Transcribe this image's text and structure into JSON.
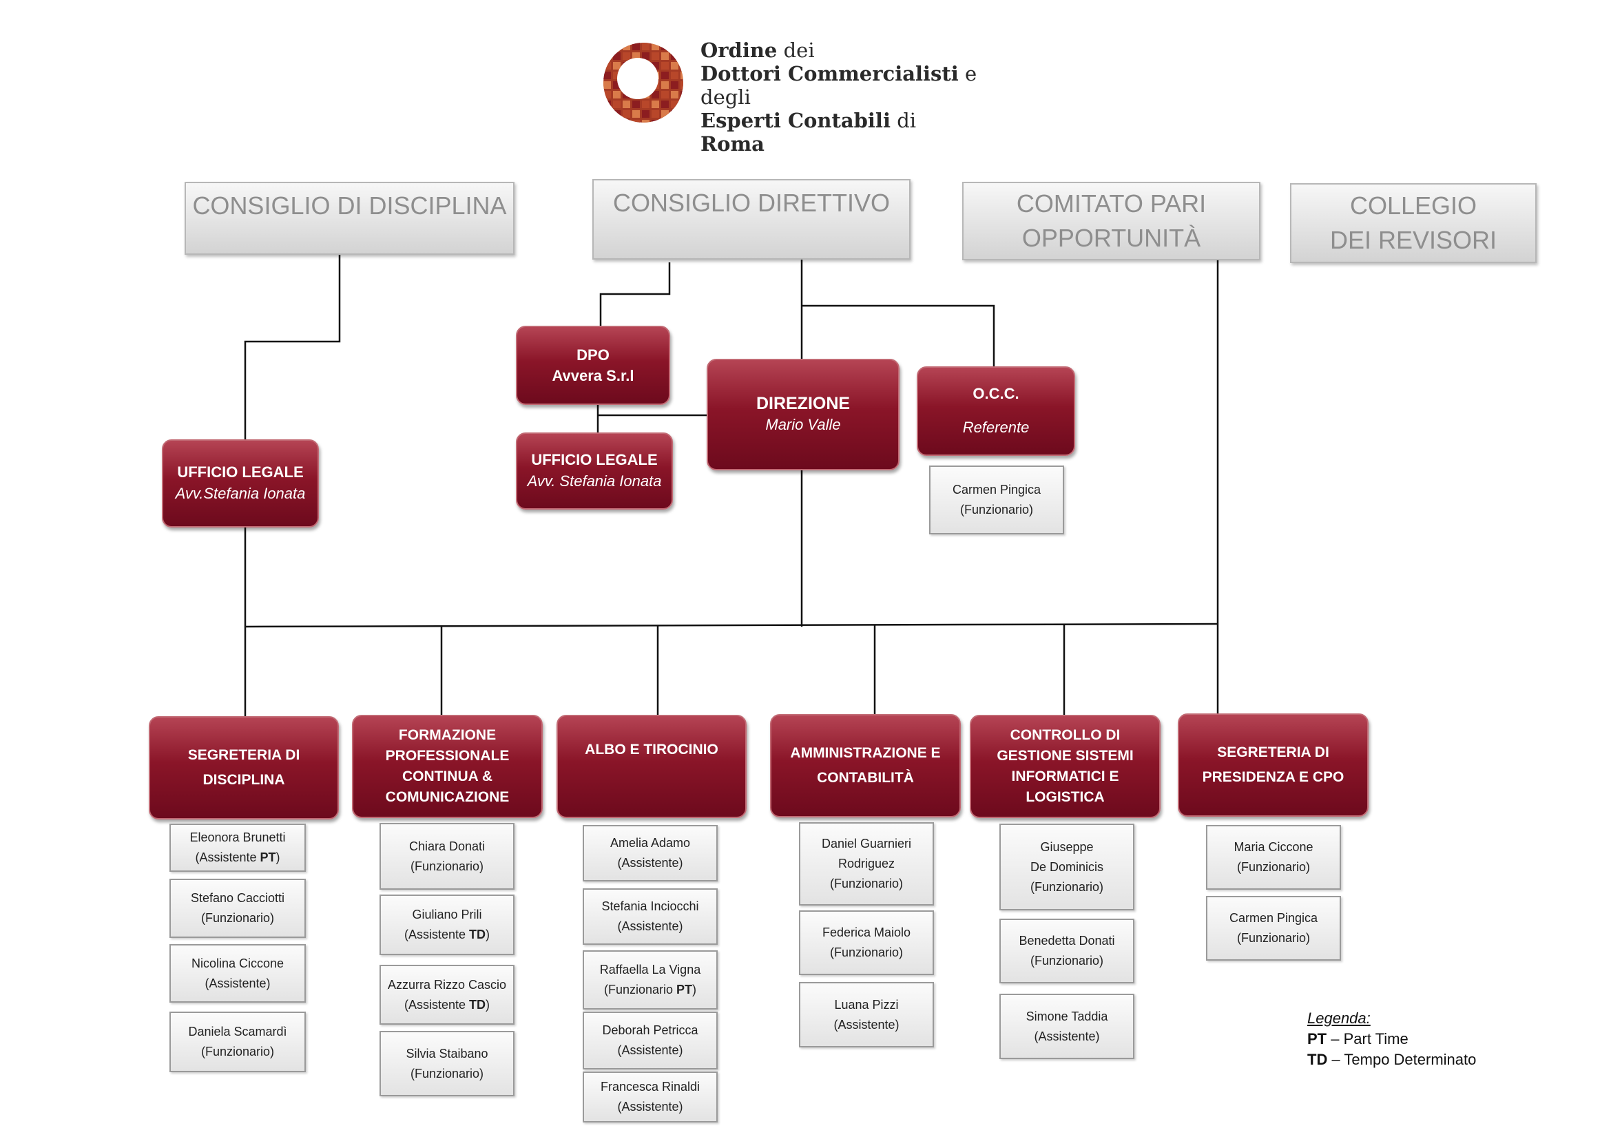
{
  "header": {
    "logo_line1_bold": "Ordine",
    "logo_line1_rest": "dei",
    "logo_line2_bold": "Dottori Commercialisti",
    "logo_line2_rest": "e degli",
    "logo_line3_bold": "Esperti Contabili",
    "logo_line3_rest": "di",
    "logo_line4_bold": "Roma",
    "logo_colors": [
      "#8c1d20",
      "#b8472a",
      "#d97b4a"
    ]
  },
  "top_bodies": {
    "consiglio_disciplina": [
      "CONSIGLIO DI DISCIPLINA"
    ],
    "consiglio_direttivo": [
      "CONSIGLIO DIRETTIVO"
    ],
    "comitato": [
      "COMITATO PARI",
      "OPPORTUNITÀ"
    ],
    "collegio": [
      "COLLEGIO",
      "DEI REVISORI"
    ]
  },
  "units": {
    "dpo": {
      "title": "DPO",
      "subtitle": "Avvera S.r.l"
    },
    "direzione": {
      "title": "DIREZIONE",
      "subtitle": "Mario Valle"
    },
    "occ": {
      "title": "O.C.C.",
      "subtitle": "Referente"
    },
    "ufficio_legale_left": {
      "title": "UFFICIO LEGALE",
      "subtitle": "Avv.Stefania Ionata"
    },
    "ufficio_legale_center": {
      "title": "UFFICIO LEGALE",
      "subtitle": "Avv. Stefania Ionata"
    }
  },
  "occ_staff": [
    {
      "name": "Carmen Pingica",
      "role": "(Funzionario)"
    }
  ],
  "departments": [
    {
      "title_lines": [
        "SEGRETERIA DI",
        "DISCIPLINA"
      ],
      "staff": [
        {
          "name": "Eleonora Brunetti",
          "role_prefix": "(Assistente ",
          "role_bold": "PT",
          "role_suffix": ")"
        },
        {
          "name": "Stefano Cacciotti",
          "role": "(Funzionario)"
        },
        {
          "name": "Nicolina Ciccone",
          "role": "(Assistente)"
        },
        {
          "name": "Daniela Scamardì",
          "role": "(Funzionario)"
        }
      ]
    },
    {
      "title_lines": [
        "FORMAZIONE",
        "PROFESSIONALE",
        "CONTINUA &",
        "COMUNICAZIONE"
      ],
      "staff": [
        {
          "name": "Chiara Donati",
          "role": "(Funzionario)"
        },
        {
          "name": "Giuliano Prili",
          "role_prefix": "(Assistente ",
          "role_bold": "TD",
          "role_suffix": ")"
        },
        {
          "name": "Azzurra Rizzo Cascio",
          "role_prefix": "(Assistente ",
          "role_bold": "TD",
          "role_suffix": ")"
        },
        {
          "name": "Silvia Staibano",
          "role": "(Funzionario)"
        }
      ]
    },
    {
      "title_lines": [
        "ALBO E TIROCINIO"
      ],
      "staff": [
        {
          "name": "Amelia Adamo",
          "role": "(Assistente)"
        },
        {
          "name": "Stefania Inciocchi",
          "role": "(Assistente)"
        },
        {
          "name": "Raffaella La Vigna",
          "role_prefix": "(Funzionario ",
          "role_bold": "PT",
          "role_suffix": ")"
        },
        {
          "name": "Deborah Petricca",
          "role": "(Assistente)"
        },
        {
          "name": "Francesca Rinaldi",
          "role": "(Assistente)"
        }
      ]
    },
    {
      "title_lines": [
        "AMMINISTRAZIONE E",
        "CONTABILITÀ"
      ],
      "staff": [
        {
          "name": "Daniel Guarnieri",
          "name2": "Rodriguez",
          "role": "(Funzionario)"
        },
        {
          "name": "Federica Maiolo",
          "role": "(Funzionario)"
        },
        {
          "name": "Luana Pizzi",
          "role": "(Assistente)"
        }
      ]
    },
    {
      "title_lines": [
        "CONTROLLO DI",
        "GESTIONE SISTEMI",
        "INFORMATICI E",
        "LOGISTICA"
      ],
      "staff": [
        {
          "name": "Giuseppe",
          "name2": "De Dominicis",
          "role": "(Funzionario)"
        },
        {
          "name": "Benedetta Donati",
          "role": "(Funzionario)"
        },
        {
          "name": "Simone Taddia",
          "role": "(Assistente)"
        }
      ]
    },
    {
      "title_lines": [
        "SEGRETERIA DI",
        "PRESIDENZA E CPO"
      ],
      "staff": [
        {
          "name": "Maria Ciccone",
          "role": "(Funzionario)"
        },
        {
          "name": "Carmen Pingica",
          "role": "(Funzionario)"
        }
      ]
    }
  ],
  "legend": {
    "title": "Legenda:",
    "items": [
      {
        "abbr": "PT",
        "text": " – Part Time"
      },
      {
        "abbr": "TD",
        "text": " – Tempo Determinato"
      }
    ]
  }
}
